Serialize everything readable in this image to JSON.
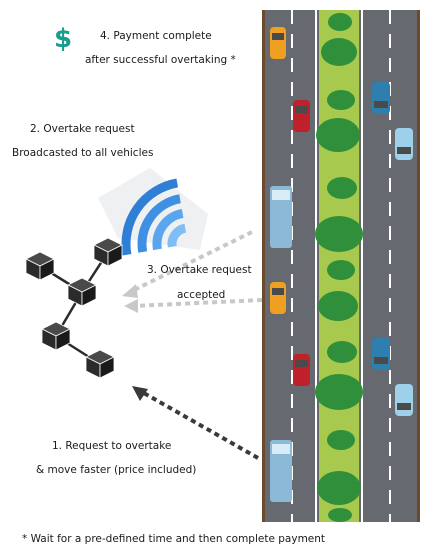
{
  "colors": {
    "currency_accent": "#1a9c8f",
    "signal_blue": "#2f7fd6",
    "road_asphalt": "#666a70",
    "median_green": "#a6c94e",
    "tree_green": "#2f8f3a",
    "cube_dark": "#2b2b2b",
    "arrow_grey": "#c8c8c8",
    "arrow_dark": "#3a3a3a"
  },
  "icons": {
    "currency": "dollar-sign-icon",
    "broadcast": "wifi-signal-icon",
    "network": "blockchain-cubes-icon"
  },
  "steps": {
    "payment": {
      "line1": "4. Payment complete",
      "line2": "after successful overtaking *",
      "symbol": "$"
    },
    "broadcast": {
      "line1": "2. Overtake request",
      "line2": "Broadcasted to all vehicles"
    },
    "accepted": {
      "line1": "3. Overtake request",
      "line2": "accepted"
    },
    "request": {
      "line1": "1. Request to overtake",
      "line2": "& move faster (price included)"
    }
  },
  "footnote": "* Wait for a pre-defined time and then complete payment"
}
